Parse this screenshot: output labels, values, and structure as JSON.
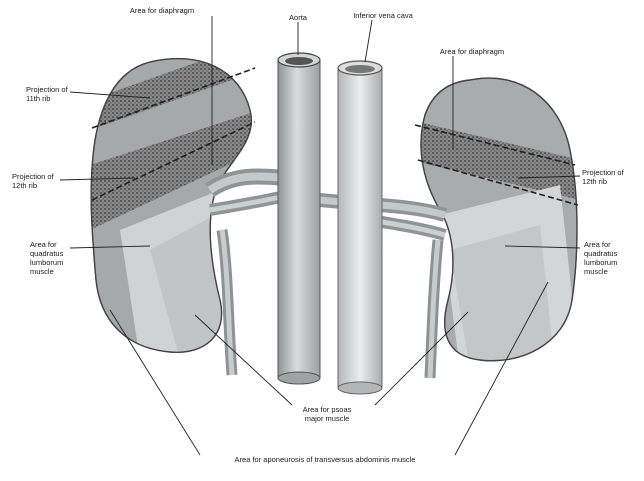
{
  "labels": {
    "area_diaphragm_left": "Area for diaphragm",
    "aorta": "Aorta",
    "ivc": "Inferior vena cava",
    "area_diaphragm_right": "Area for diaphragm",
    "proj11_left_l1": "Projection of",
    "proj11_left_l2": "11th rib",
    "proj12_left_l1": "Projection of",
    "proj12_left_l2": "12th rib",
    "proj12_right_l1": "Projection of",
    "proj12_right_l2": "12th rib",
    "ql_left_l1": "Area for",
    "ql_left_l2": "quadratus",
    "ql_left_l3": "lumborum",
    "ql_left_l4": "muscle",
    "ql_right_l1": "Area for",
    "ql_right_l2": "quadratus",
    "ql_right_l3": "lumborum",
    "ql_right_l4": "muscle",
    "psoas_l1": "Area for psoas",
    "psoas_l2": "major muscle",
    "transversus": "Area for aponeurosis of transversus abdominis muscle"
  }
}
